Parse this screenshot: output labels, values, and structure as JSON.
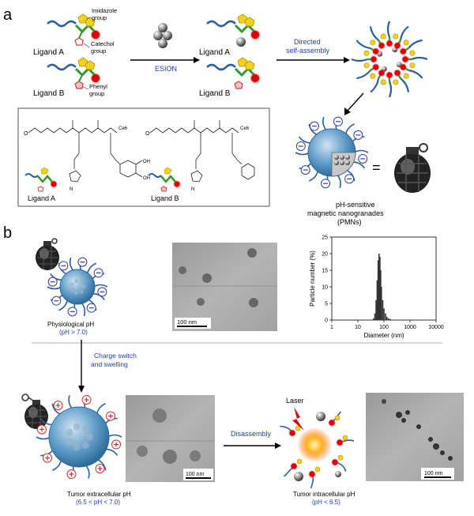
{
  "panel_a": {
    "label": "a",
    "callouts": {
      "imidazole": "Imidazole",
      "imidazole2": "group",
      "catechol": "Catechol",
      "catechol2": "group",
      "phenyl": "Phenyl",
      "phenyl2": "group"
    },
    "ligand_a": "Ligand A",
    "ligand_b": "Ligand B",
    "esion": "ESION",
    "directed": "Directed",
    "self_assembly": "self-assembly",
    "box_ligand_a": "Ligand A",
    "box_ligand_b": "Ligand B",
    "chem": {
      "ce6": "Ce6",
      "oh": "OH",
      "o": "O",
      "n": "N",
      "h": "H"
    },
    "pmn_line1": "pH-sensitive",
    "pmn_line2": "magnetic nanogranades",
    "pmn_line3": "(PMNs)",
    "equals": "="
  },
  "panel_b": {
    "label": "b",
    "physiological": "Physiological pH",
    "physiological_cond": "(pH > 7.0)",
    "scale_bar": "100 nm",
    "charge_switch1": "Charge switch",
    "charge_switch2": "and swelling",
    "disassembly": "Disassembly",
    "laser": "Laser",
    "tumor_extra": "Tumor extracellular pH",
    "tumor_extra_cond": "(6.5 < pH < 7.0)",
    "tumor_intra": "Tumor intracellular pH",
    "tumor_intra_cond": "(pH < 6.5)"
  },
  "colors": {
    "accent_blue": "#1f3fb0",
    "red_group": "#e00000",
    "yellow_group": "#f3d21c",
    "green_chain": "#2e9a2e",
    "peg_chain": "#2a5fa0"
  },
  "chart_data": {
    "type": "bar",
    "xlabel": "Diameter (nm)",
    "ylabel": "Particle number (%)",
    "xscale": "log",
    "xlim": [
      1,
      10000
    ],
    "ylim": [
      0,
      25
    ],
    "xticks": [
      "1",
      "10",
      "100",
      "1000",
      "10000"
    ],
    "yticks": [
      "0",
      "5",
      "10",
      "15",
      "20",
      "25"
    ],
    "x": [
      40,
      45,
      50,
      55,
      60,
      65,
      70,
      75,
      80,
      90,
      100,
      115,
      130,
      150,
      175,
      200
    ],
    "values": [
      0.5,
      2,
      6,
      12,
      18,
      20,
      19,
      15,
      10,
      6,
      3.5,
      2,
      1,
      0.5,
      0.3,
      0.1
    ]
  }
}
